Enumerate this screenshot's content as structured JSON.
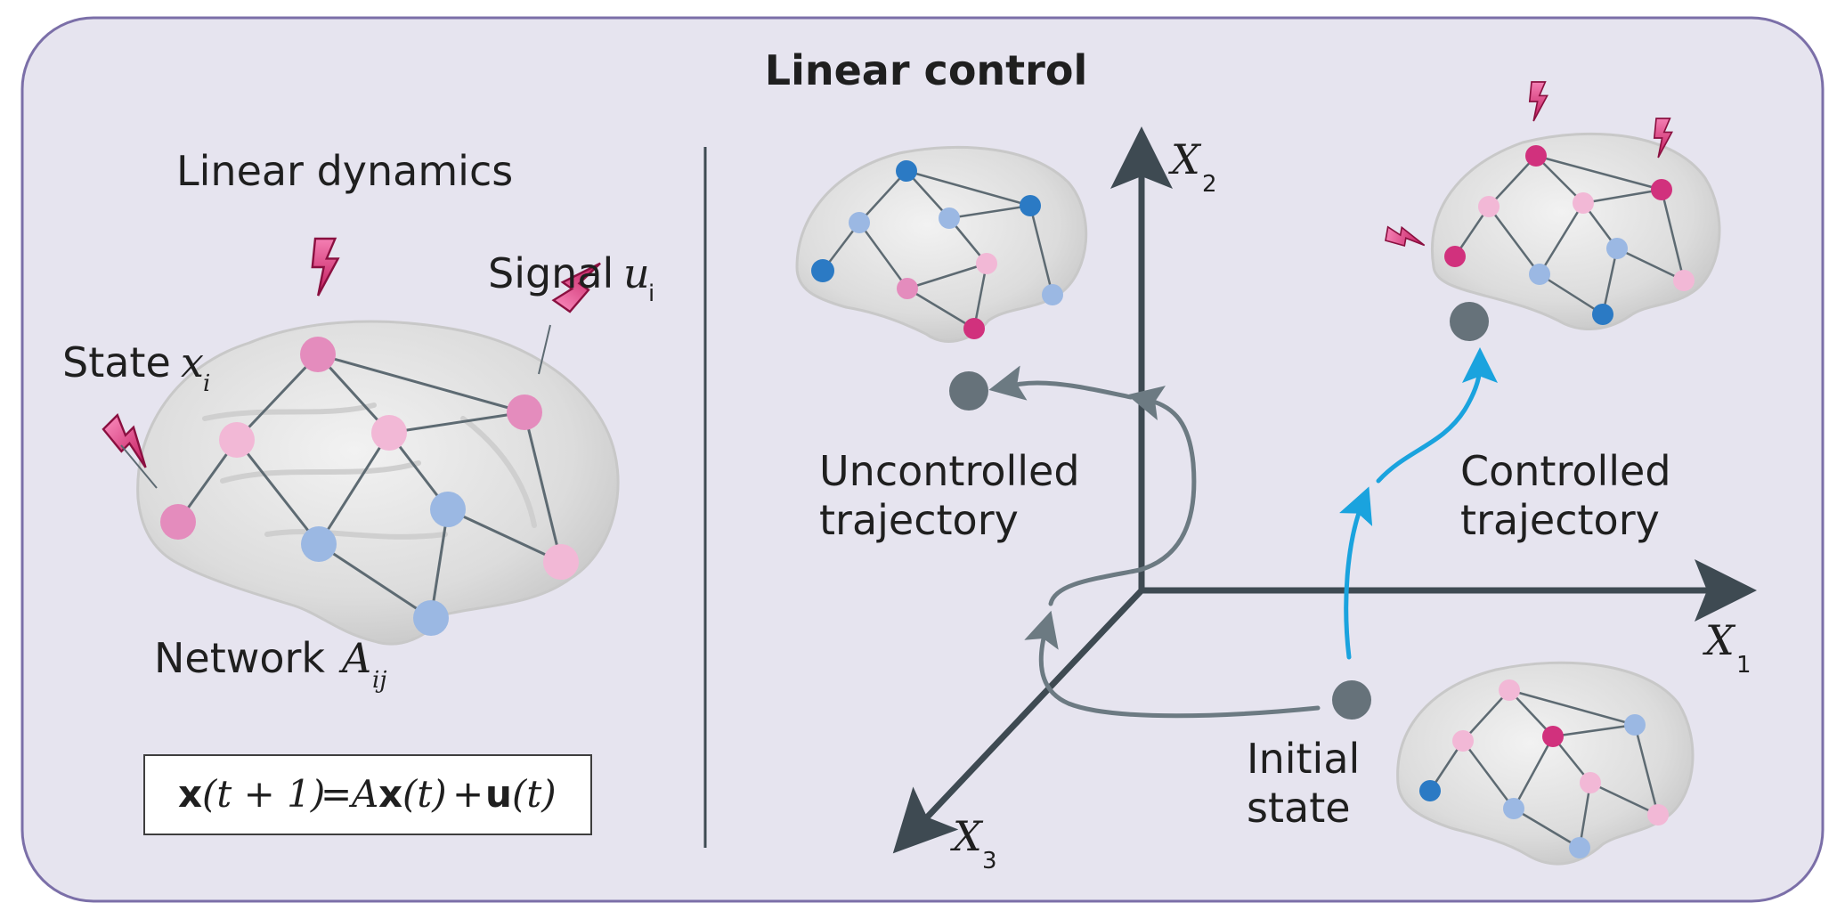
{
  "title": "Linear control",
  "left": {
    "heading": "Linear dynamics",
    "signal_word": "Signal",
    "signal_var": "u",
    "signal_sub": "i",
    "state_word": "State",
    "state_var": "x",
    "state_sub": "i",
    "network_word": "Network",
    "network_var": "A",
    "network_sub": "ij",
    "equation": {
      "x1": "x",
      "t1": "(t + 1)",
      "eq": "=",
      "A": "A",
      "x2": "x",
      "t2": "(t)",
      "plus": "+",
      "u": "u",
      "t3": "(t)"
    }
  },
  "right": {
    "axis_x1": "X",
    "axis_x1_sub": "1",
    "axis_x2": "X",
    "axis_x2_sub": "2",
    "axis_x3": "X",
    "axis_x3_sub": "3",
    "uncontrolled_line1": "Uncontrolled",
    "uncontrolled_line2": "trajectory",
    "controlled_line1": "Controlled",
    "controlled_line2": "trajectory",
    "initial_line1": "Initial",
    "initial_line2": "state"
  },
  "colors": {
    "panel_bg": "#e6e4ef",
    "panel_border": "#7b6fa8",
    "axis": "#3e4a52",
    "uncontrolled": "#6c7a82",
    "controlled": "#1aa3de",
    "state_dot": "#66727a",
    "node_pink_light": "#f2b8d6",
    "node_pink": "#e48cbd",
    "node_magenta": "#d1317d",
    "node_blue_light": "#9bb8e3",
    "node_blue": "#2b7ac4",
    "bolt": "#d1317d"
  }
}
